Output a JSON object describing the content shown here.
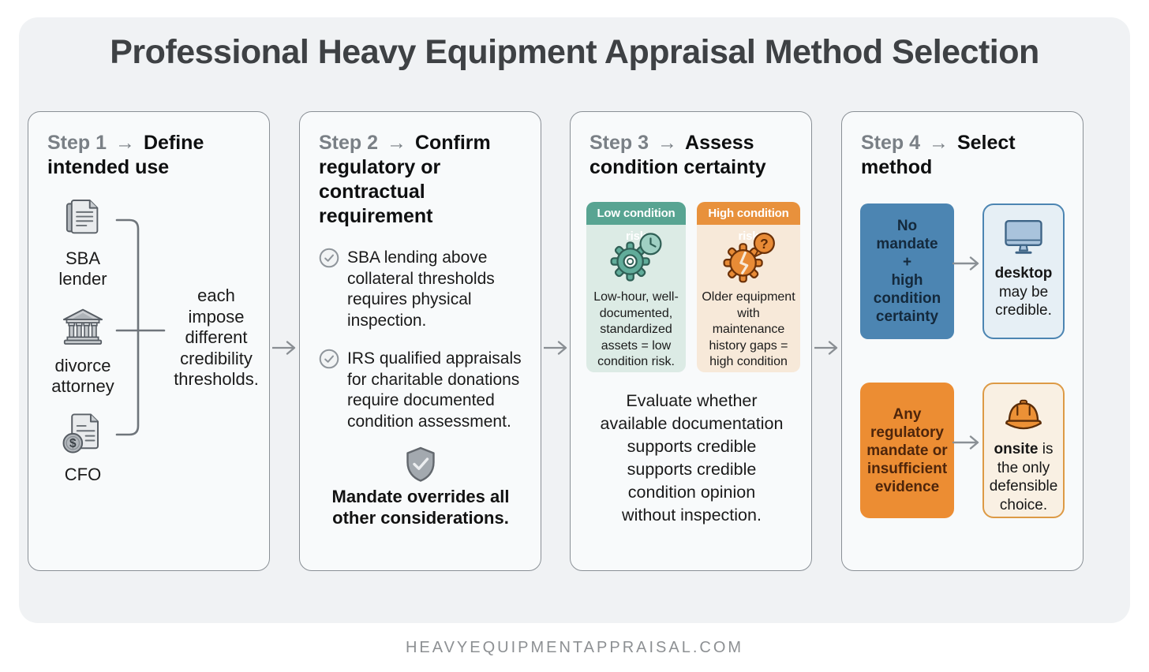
{
  "page": {
    "title": "Professional Heavy Equipment Appraisal Method Selection",
    "footer": "HEAVYEQUIPMENTAPPRAISAL.COM",
    "arrow": "→"
  },
  "colors": {
    "teal_header": "#58A492",
    "teal_body": "#DCEBE5",
    "orange_header": "#E8913C",
    "orange_body": "#F7E9D9",
    "blue_solid": "#4C85B2",
    "blue_light": "#E6EFF5",
    "blue_text": "#14293C",
    "orange_solid": "#EC8D33",
    "orange_text": "#4E250B",
    "cream": "#F9F0E3",
    "card_border": "#8A9096",
    "arrow_gray": "#898E93"
  },
  "steps": [
    {
      "label": "Step 1",
      "title": "Define intended use",
      "stakeholders": [
        {
          "icon": "documents-icon",
          "label": "SBA\nlender"
        },
        {
          "icon": "bank-icon",
          "label": "divorce\nattorney"
        },
        {
          "icon": "invoice-dollar-icon",
          "label": "CFO"
        }
      ],
      "note": "each\nimpose\ndifferent\ncredibility\nthresholds."
    },
    {
      "label": "Step 2",
      "title": "Confirm regulatory or contractual requirement",
      "bullets": [
        "SBA lending above\ncollateral thresholds\nrequires physical\ninspection.",
        "IRS qualified appraisals\nfor charitable donations\nrequire documented\ncondition assessment."
      ],
      "statement": "Mandate overrides all\nother considerations."
    },
    {
      "label": "Step 3",
      "title": "Assess condition certainty",
      "risk_boxes": [
        {
          "header": "Low condition risk",
          "icon": "gear-clock-icon",
          "text": "Low-hour, well-\ndocumented,\nstandardized\nassets = low\ncondition risk."
        },
        {
          "header": "High condition risk",
          "icon": "gear-question-icon",
          "text": "Older equipment\nwith maintenance\nhistory gaps =\nhigh condition\nrisk."
        }
      ],
      "note": "Evaluate whether\navailable documentation\nsupports credible\nsupports credible\ncondition opinion\nwithout inspection."
    },
    {
      "label": "Step 4",
      "title": "Select method",
      "paths": [
        {
          "condition": "No\nmandate\n+\nhigh\ncondition\ncertainty",
          "icon": "desktop-icon",
          "method_bold": "desktop",
          "method_rest": " may be credible."
        },
        {
          "condition": "Any\nregulatory\nmandate or\ninsufficient\nevidence",
          "icon": "hardhat-icon",
          "method_bold": "onsite",
          "method_rest": " is the only defensible choice."
        }
      ]
    }
  ]
}
